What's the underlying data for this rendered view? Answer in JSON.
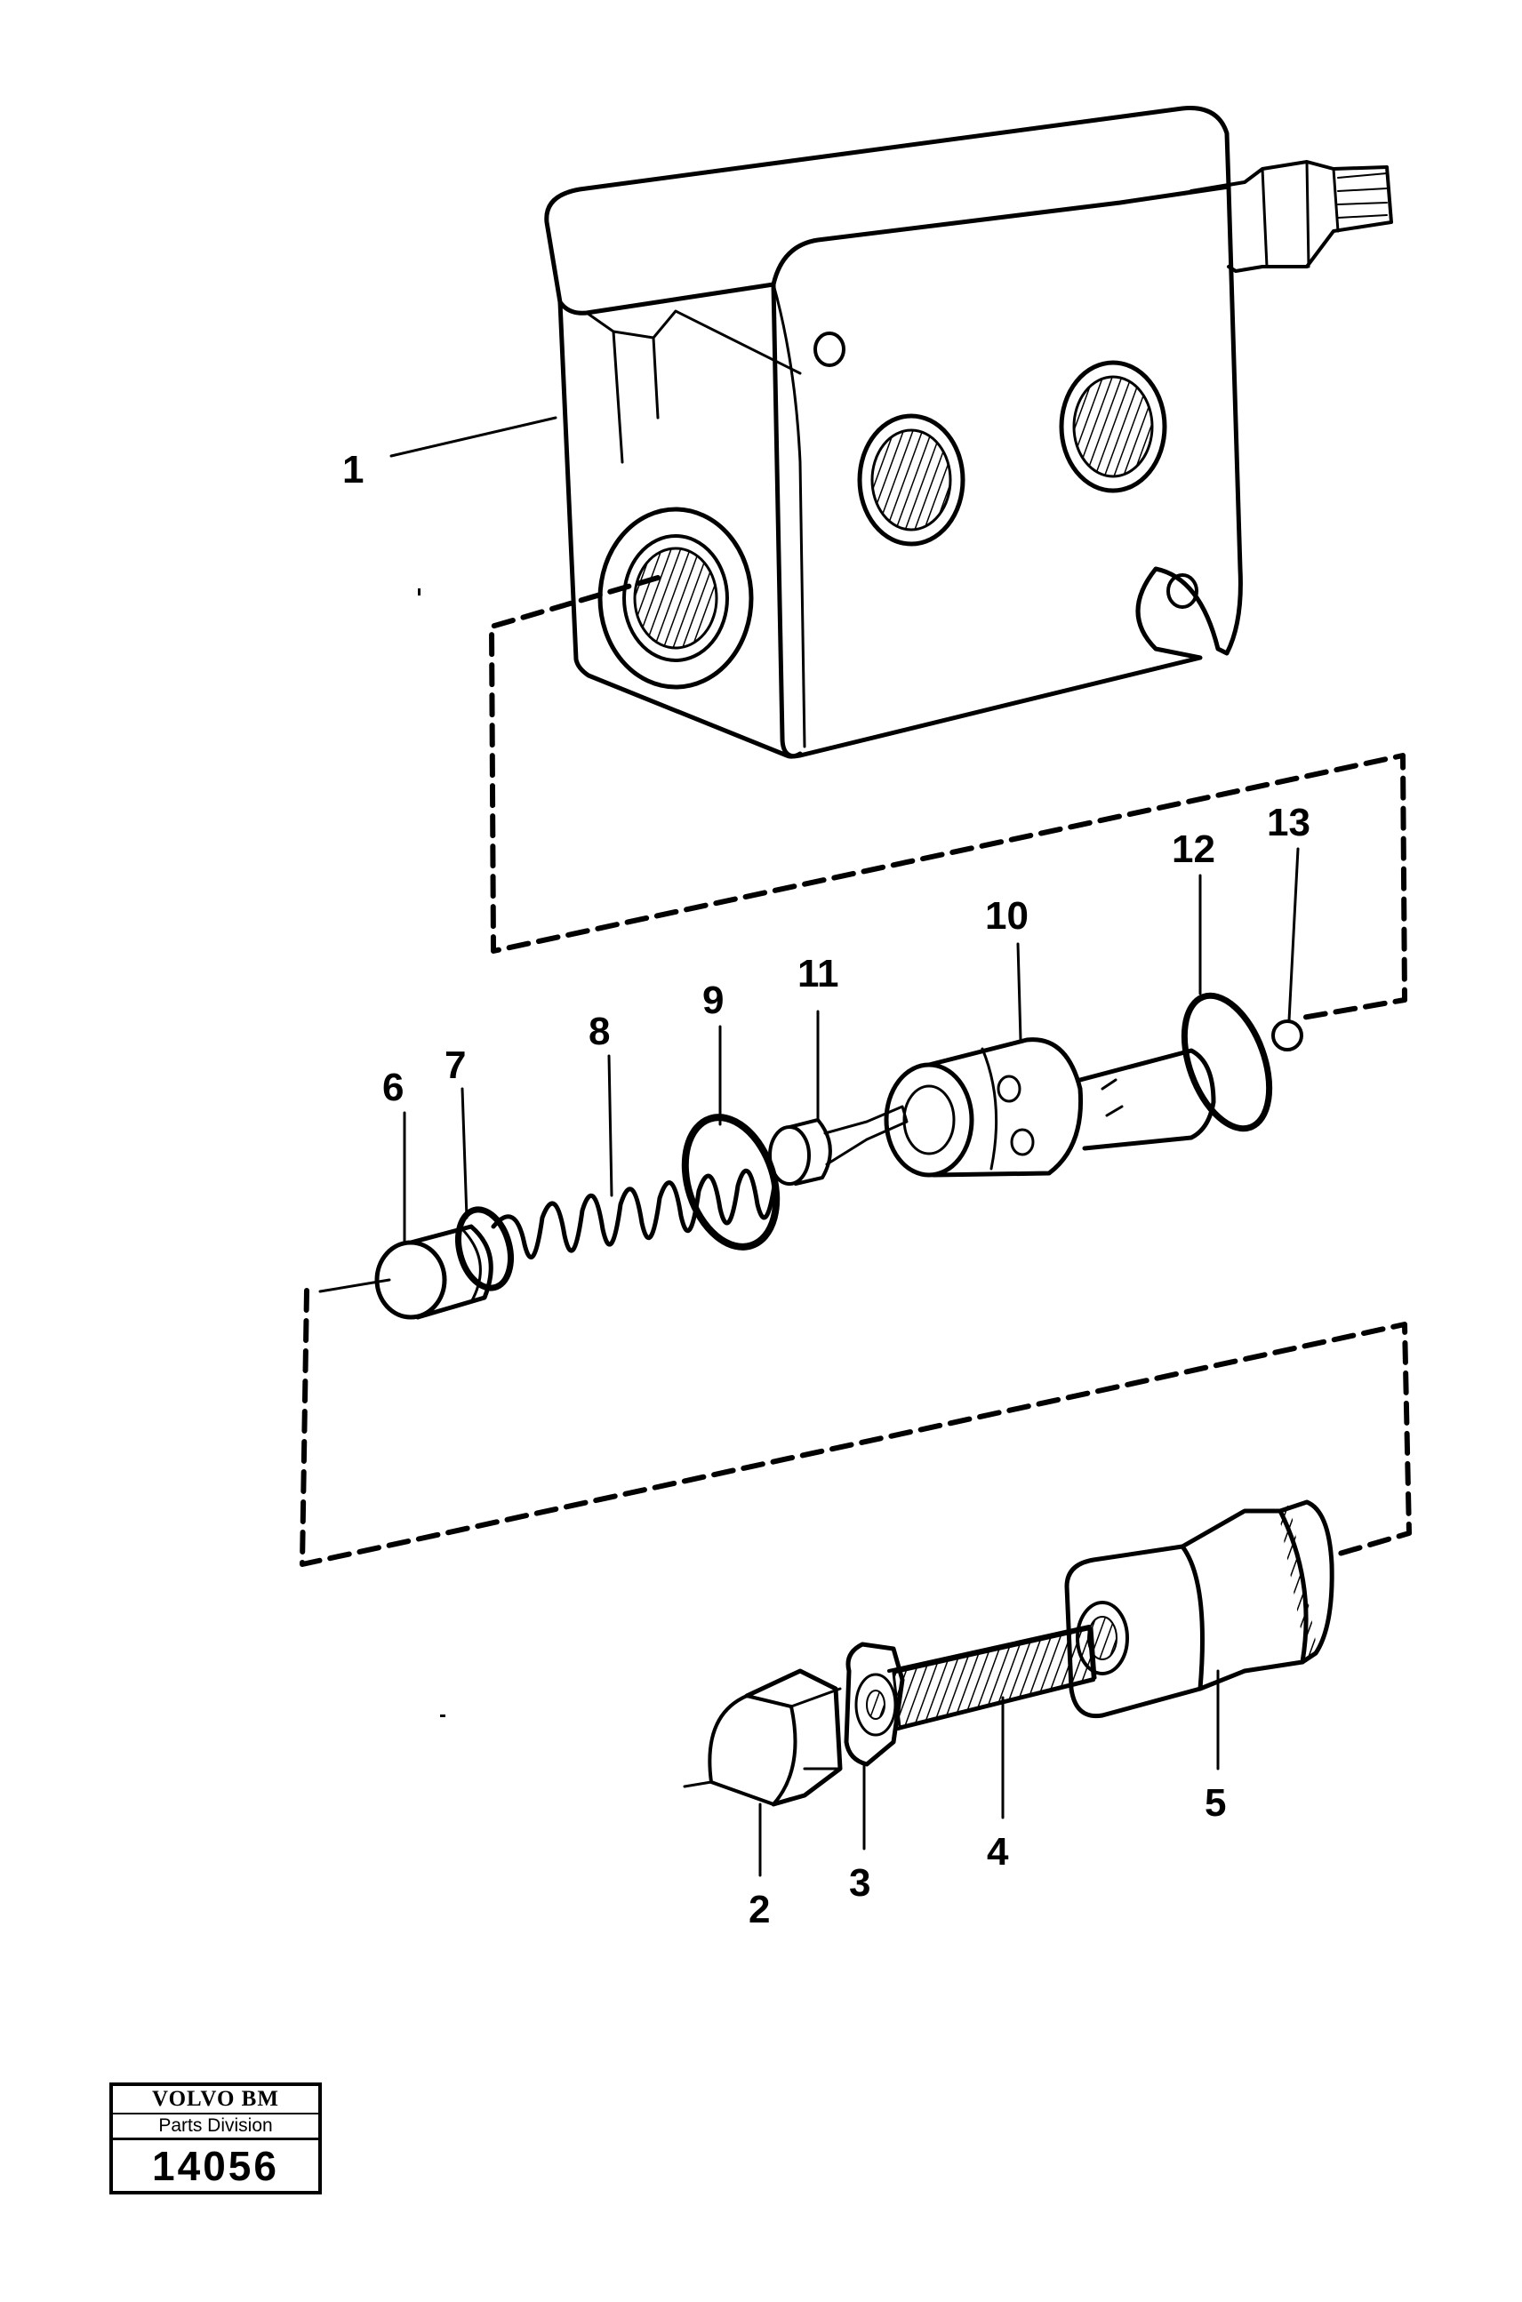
{
  "callouts": [
    {
      "id": "1",
      "label": "1"
    },
    {
      "id": "2",
      "label": "2"
    },
    {
      "id": "3",
      "label": "3"
    },
    {
      "id": "4",
      "label": "4"
    },
    {
      "id": "5",
      "label": "5"
    },
    {
      "id": "6",
      "label": "6"
    },
    {
      "id": "7",
      "label": "7"
    },
    {
      "id": "8",
      "label": "8"
    },
    {
      "id": "9",
      "label": "9"
    },
    {
      "id": "10",
      "label": "10"
    },
    {
      "id": "11",
      "label": "11"
    },
    {
      "id": "12",
      "label": "12"
    },
    {
      "id": "13",
      "label": "13"
    }
  ],
  "stamp": {
    "brand": "VOLVO BM",
    "division": "Parts Division",
    "number": "14056"
  }
}
